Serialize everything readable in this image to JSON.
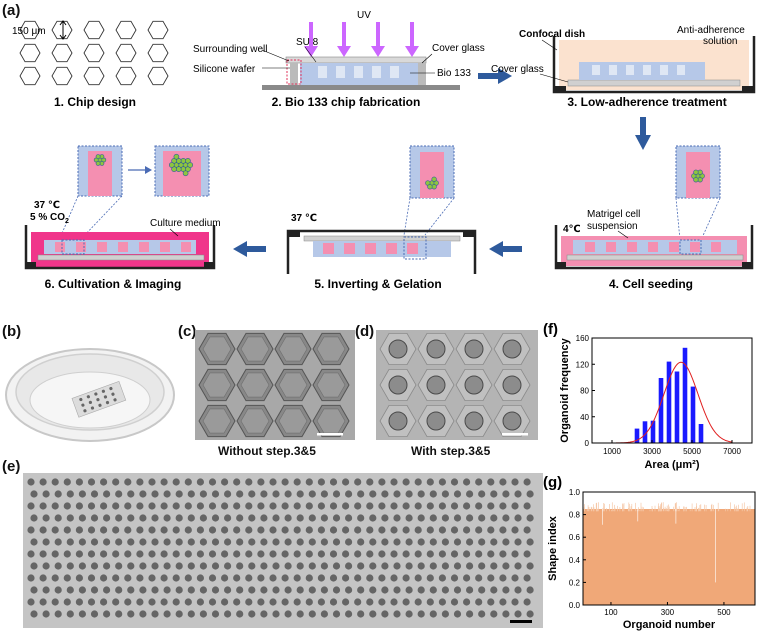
{
  "panel_a": {
    "letter": "(a)",
    "scale_label": "150 μm",
    "steps": {
      "s1": "1. Chip design",
      "s2": "2. Bio 133 chip fabrication",
      "s3": "3. Low-adherence treatment",
      "s4": "4. Cell seeding",
      "s5": "5. Inverting & Gelation",
      "s6": "6. Cultivation & Imaging"
    },
    "labels": {
      "uv": "UV",
      "su8": "SU 8",
      "surrounding_well": "Surrounding well",
      "cover_glass_top": "Cover glass",
      "silicone_wafer": "Silicone wafer",
      "bio133": "Bio 133",
      "confocal_dish": "Confocal dish",
      "cover_glass": "Cover glass",
      "anti_adherence": "Anti-adherence",
      "anti_adherence2": "solution",
      "matrigel1": "Matrigel cell",
      "matrigel2": "suspension",
      "temp_4": "4℃",
      "temp_37_5": "37 ℃",
      "temp_37_6": "37 ℃",
      "co2_pre": "5 % CO",
      "co2_sub": "2",
      "culture_medium": "Culture medium"
    }
  },
  "panel_b": {
    "letter": "(b)"
  },
  "panel_c": {
    "letter": "(c)",
    "caption": "Without step.3&5"
  },
  "panel_d": {
    "letter": "(d)",
    "caption": "With step.3&5"
  },
  "panel_e": {
    "letter": "(e)"
  },
  "colors": {
    "arrow_blue": "#2e5a9c",
    "uv_purple": "#cc66ff",
    "bio133_blue": "#b6c8e8",
    "gel_pink": "#f48fb1",
    "medium_pink": "#f0358a",
    "anti_peach": "#fbe2cf",
    "organoid_green": "#8dc63f",
    "chart_blue": "#1a1aff",
    "fit_red": "#e02020",
    "shape_orange": "#f0a878"
  },
  "chart_data": [
    {
      "panel": "(f)",
      "type": "bar",
      "xlabel": "Area (μm²)",
      "ylabel": "Organoid frequency",
      "xlim": [
        0,
        8000
      ],
      "ylim": [
        0,
        160
      ],
      "xticks": [
        "1000",
        "3000",
        "5000",
        "7000"
      ],
      "yticks": [
        "0",
        "40",
        "80",
        "120",
        "160"
      ],
      "x": [
        2250,
        2650,
        3050,
        3450,
        3850,
        4250,
        4650,
        5050,
        5450
      ],
      "values": [
        22,
        33,
        34,
        99,
        124,
        109,
        145,
        86,
        29
      ],
      "fit": "gaussian",
      "fit_mean": 4450,
      "fit_sd": 850,
      "fit_peak": 123
    },
    {
      "panel": "(g)",
      "type": "bar",
      "xlabel": "Organoid number",
      "ylabel": "Shape index",
      "xlim": [
        1,
        610
      ],
      "ylim": [
        0,
        1.0
      ],
      "xticks": [
        "100",
        "300",
        "500"
      ],
      "yticks": [
        "0.0",
        "0.2",
        "0.4",
        "0.6",
        "0.8",
        "1.0"
      ],
      "n_bars": 610,
      "typical_value": 0.85
    }
  ]
}
